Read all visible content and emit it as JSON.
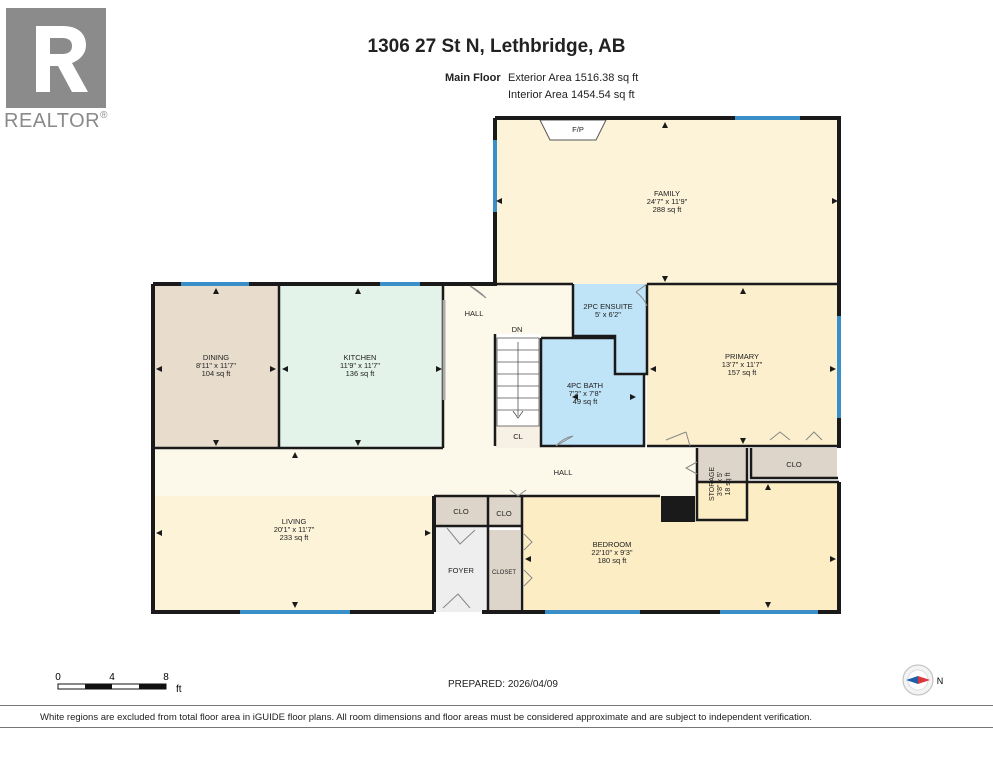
{
  "brand": {
    "logo_name": "REALTOR®"
  },
  "header": {
    "address": "1306 27 St N, Lethbridge, AB",
    "floor": "Main Floor",
    "exterior_area": "Exterior Area 1516.38 sq ft",
    "interior_area": "Interior Area 1454.54 sq ft"
  },
  "rooms": {
    "family": {
      "name": "FAMILY",
      "dims": "24'7\" x 11'9\"",
      "area": "288 sq ft",
      "fp": "F/P"
    },
    "dining": {
      "name": "DINING",
      "dims": "8'11\" x 11'7\"",
      "area": "104 sq ft"
    },
    "kitchen": {
      "name": "KITCHEN",
      "dims": "11'9\" x 11'7\"",
      "area": "136 sq ft"
    },
    "hall_top": {
      "name": "HALL",
      "dn": "DN"
    },
    "ensuite": {
      "name": "2PC ENSUITE",
      "dims": "5' x 6'2\""
    },
    "bath": {
      "name": "4PC BATH",
      "dims": "7'2\" x 7'8\"",
      "area": "49 sq ft"
    },
    "primary": {
      "name": "PRIMARY",
      "dims": "13'7\" x 11'7\"",
      "area": "157 sq ft"
    },
    "cl": {
      "name": "CL"
    },
    "hall_main": {
      "name": "HALL"
    },
    "storage": {
      "name": "STORAGE",
      "dims": "3'8\" x 5'",
      "area": "18 sq ft"
    },
    "clo_right": {
      "name": "CLO"
    },
    "living": {
      "name": "LIVING",
      "dims": "20'1\" x 11'7\"",
      "area": "233 sq ft"
    },
    "clo_a": {
      "name": "CLO"
    },
    "clo_b": {
      "name": "CLO"
    },
    "foyer": {
      "name": "FOYER"
    },
    "closet": {
      "name": "CLOSET"
    },
    "bedroom": {
      "name": "BEDROOM",
      "dims": "22'10\" x 9'3\"",
      "area": "180 sq ft"
    }
  },
  "scale": {
    "t0": "0",
    "t4": "4",
    "t8": "8",
    "unit": "ft"
  },
  "prepared": "PREPARED: 2026/04/09",
  "compass": {
    "label": "N"
  },
  "footer": "White regions are excluded from total floor area in iGUIDE floor plans. All room dimensions and floor areas must be considered approximate and are subject to independent verification.",
  "colors": {
    "family": "#fcf3d9",
    "dining": "#e8ddcd",
    "kitchen": "#e3f3e9",
    "hall": "#fcf8ea",
    "bath": "#bfe3f7",
    "primary": "#fcefcd",
    "living": "#fcf3d9",
    "bedroom": "#fcedc4",
    "utility": "#ddd5c9",
    "window": "#3a8fc9",
    "wall": "#1a1a1a"
  }
}
